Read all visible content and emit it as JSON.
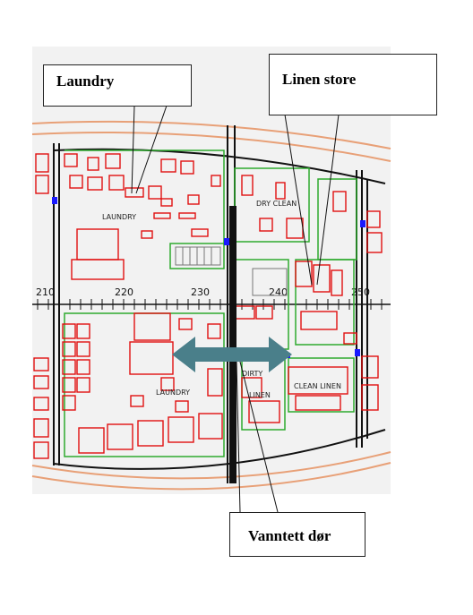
{
  "callouts": {
    "laundry": "Laundry",
    "linen_store": "Linen store",
    "watertight_door": "Vanntett dør"
  },
  "plan_labels": {
    "laundry_upper": "LAUNDRY",
    "laundry_lower": "LAUNDRY",
    "dry_clean": "DRY CLEAN",
    "linen_lower": "LINEN",
    "dirty": "DIRTY",
    "clean_linen": "CLEAN LINEN"
  },
  "frame_ticks": [
    "210",
    "220",
    "230",
    "240",
    "250"
  ],
  "colors": {
    "hull": "#e8a077",
    "walls": "#111111",
    "equipment": "#e01010",
    "partitions": "#2eaa2e",
    "door_arrow": "#4a7f8a",
    "doors": "#1a1aff"
  }
}
